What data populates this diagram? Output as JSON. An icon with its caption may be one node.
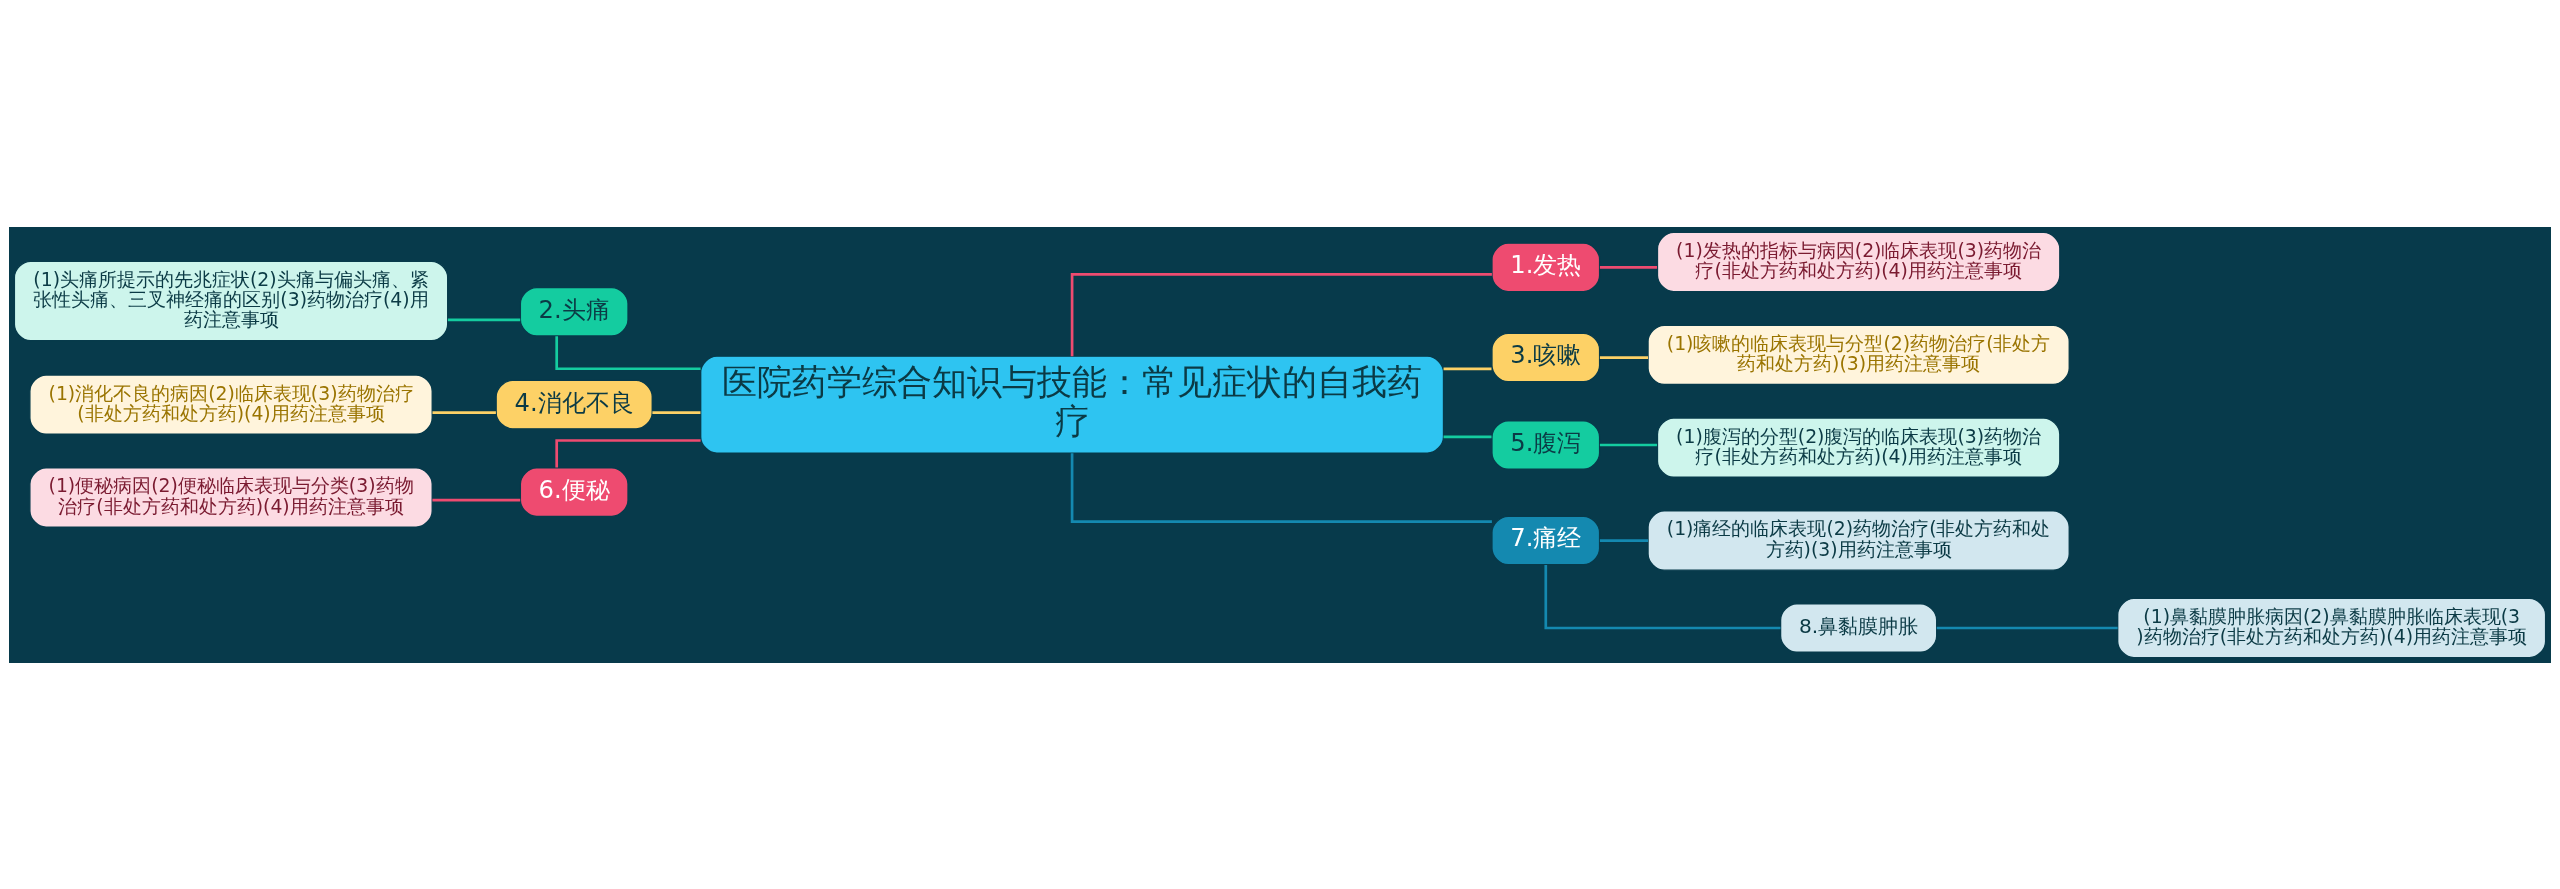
{
  "diagram": {
    "nodes": [
      {
        "text": [
          "医院药学综合知识与技能：常见症状的自我药疗"
        ]
      },
      {
        "text": [
          "1.发热"
        ]
      },
      {
        "text": [
          "(1)发热的指标与病因(2)临床表现(3)药物治疗(非处方药和处方药)(4)用药注意事项"
        ]
      },
      {
        "text": [
          "2.头痛"
        ]
      },
      {
        "text": [
          "(1)头痛所提示的先兆症状(2)头痛与偏头痛、紧张性头痛、三叉神经痛的区别(3)药物治疗(4)用药注意事项"
        ]
      },
      {
        "text": [
          "3.咳嗽"
        ]
      },
      {
        "text": [
          "(1)咳嗽的临床表现与分型(2)药物治疗(非处方药和处方药)(3)用药注意事项"
        ]
      },
      {
        "text": [
          "4.消化不良"
        ]
      },
      {
        "text": [
          "(1)消化不良的病因(2)临床表现(3)药物治疗(非处方药和处方药)(4)用药注意事项"
        ]
      },
      {
        "text": [
          "5.腹泻"
        ]
      },
      {
        "text": [
          "(1)腹泻的分型(2)腹泻的临床表现(3)药物治疗(非处方药和处方药)(4)用药注意事项"
        ]
      },
      {
        "text": [
          "6.便秘"
        ]
      },
      {
        "text": [
          "(1)便秘病因(2)便秘临床表现与分类(3)药物治疗(非处方药和处方药)(4)用药注意事项"
        ]
      },
      {
        "text": [
          "7.痛经"
        ]
      },
      {
        "text": [
          "(1)痛经的临床表现(2)药物治疗(非处方药和处方药)(3)用药注意事项"
        ]
      },
      {
        "text": [
          "8.鼻黏膜肿胀"
        ]
      },
      {
        "text": [
          "(1)鼻黏膜肿胀病因(2)鼻黏膜肿胀临床表现(3)药物治疗(非处方药和处方药)(4)用药注意事项"
        ]
      }
    ],
    "edges": [
      {
        "from": 0,
        "to": 1,
        "arrow": "none",
        "color": "#ee4b70"
      },
      {
        "from": 1,
        "to": 2,
        "arrow": "none",
        "color": "#ee4b70"
      },
      {
        "from": 0,
        "to": 3,
        "arrow": "none",
        "color": "#14cca0"
      },
      {
        "from": 3,
        "to": 4,
        "arrow": "none",
        "color": "#14cca0"
      },
      {
        "from": 0,
        "to": 5,
        "arrow": "none",
        "color": "#fdd166"
      },
      {
        "from": 5,
        "to": 6,
        "arrow": "none",
        "color": "#fdd166"
      },
      {
        "from": 0,
        "to": 7,
        "arrow": "none",
        "color": "#fdd166"
      },
      {
        "from": 7,
        "to": 8,
        "arrow": "none",
        "color": "#fdd166"
      },
      {
        "from": 0,
        "to": 9,
        "arrow": "none",
        "color": "#14cca0"
      },
      {
        "from": 9,
        "to": 10,
        "arrow": "none",
        "color": "#14cca0"
      },
      {
        "from": 0,
        "to": 11,
        "arrow": "none",
        "color": "#ee4b70"
      },
      {
        "from": 11,
        "to": 12,
        "arrow": "none",
        "color": "#ee4b70"
      },
      {
        "from": 0,
        "to": 13,
        "arrow": "none",
        "color": "#1489b0"
      },
      {
        "from": 13,
        "to": 14,
        "arrow": "none",
        "color": "#1489b0"
      },
      {
        "from": 13,
        "to": 15,
        "arrow": "none",
        "color": "#1489b0"
      },
      {
        "from": 15,
        "to": 16,
        "arrow": "none",
        "color": "#1489b0"
      }
    ]
  }
}
